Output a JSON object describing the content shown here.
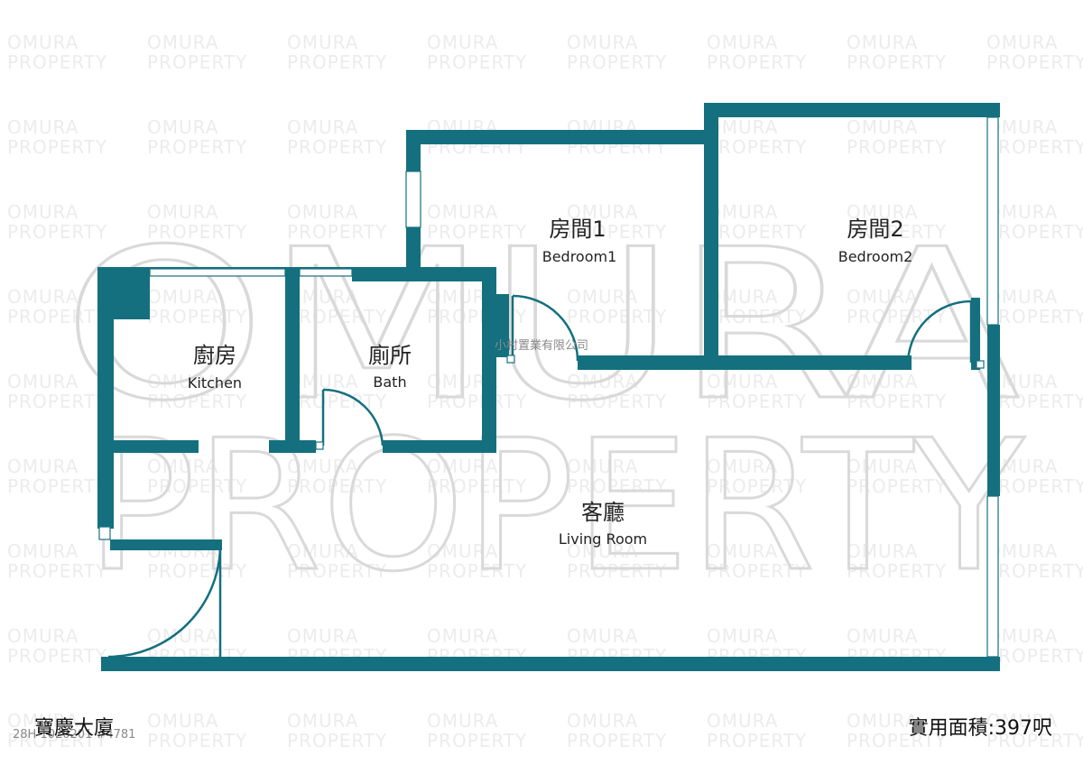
{
  "watermark": {
    "line1": "OMURA",
    "line2": "PROPERTY"
  },
  "rooms": {
    "bedroom1": {
      "zh": "房間1",
      "en": "Bedroom1"
    },
    "bedroom2": {
      "zh": "房間2",
      "en": "Bedroom2"
    },
    "kitchen": {
      "zh": "廚房",
      "en": "Kitchen"
    },
    "bath": {
      "zh": "廁所",
      "en": "Bath"
    },
    "living": {
      "zh": "客廳",
      "en": "Living Room"
    }
  },
  "company_mark": "小村置業有限公司",
  "footer": {
    "building": "寶慶大廈",
    "area": "實用面積:397呎",
    "ref": "28H 1020201 #4781"
  },
  "colors": {
    "wall": "#14707f",
    "watermark": "#d9d9d9"
  }
}
